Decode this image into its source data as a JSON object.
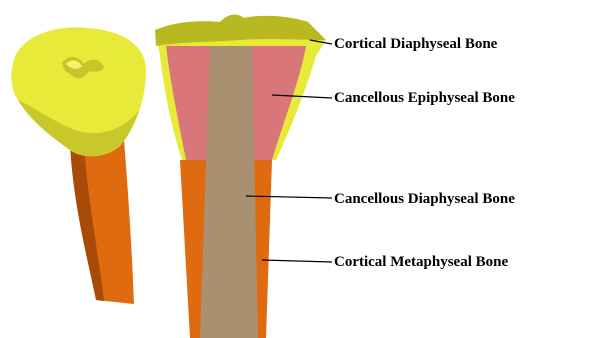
{
  "labels": [
    "Cortical Diaphyseal Bone",
    "Cancellous Epiphyseal Bone",
    "Cancellous Diaphyseal Bone",
    "Cortical Metaphyseal Bone"
  ],
  "colors": {
    "cortical_epiphysis": "#e8ea3a",
    "cortical_epiphysis_shade": "#b8b820",
    "cortical_diaphysis": "#e06a10",
    "cortical_diaphysis_shade": "#a84a08",
    "cancellous_epiphysis": "#d8767a",
    "cancellous_diaphysis": "#a89070",
    "leader_line": "#000000"
  }
}
